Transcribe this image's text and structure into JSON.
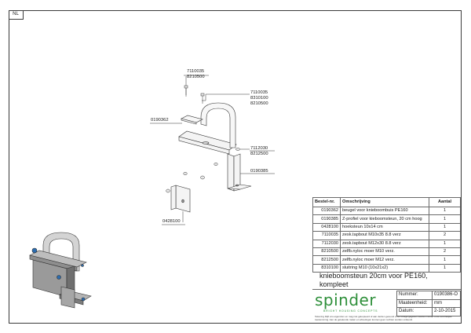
{
  "language_tag": "NL",
  "callouts": [
    {
      "id": "callout-1",
      "lines": [
        "7110035",
        "8210500"
      ]
    },
    {
      "id": "callout-2",
      "lines": [
        "7110035",
        "8310100",
        "8210500"
      ]
    },
    {
      "id": "callout-3",
      "lines": [
        "0190362"
      ]
    },
    {
      "id": "callout-4",
      "lines": [
        "7112030",
        "8212500"
      ]
    },
    {
      "id": "callout-5",
      "lines": [
        "0190385"
      ]
    },
    {
      "id": "callout-6",
      "lines": [
        "0428100"
      ]
    }
  ],
  "bom": {
    "headers": {
      "code": "Bestel-nr.",
      "description": "Omschrijving",
      "qty": "Aantal"
    },
    "rows": [
      {
        "code": "0190362",
        "description": "beugel voor knieboombuis PE160",
        "qty": "1"
      },
      {
        "code": "0190385",
        "description": "Z-profiel voor kieboomsteun, 20 cm hoog",
        "qty": "1"
      },
      {
        "code": "0428100",
        "description": "hoeksteun 10x14 cm",
        "qty": "1"
      },
      {
        "code": "7110035",
        "description": "zesk.tapbout M10x35 8.8 verz",
        "qty": "2"
      },
      {
        "code": "7112030",
        "description": "zesk.tapbout M12x30 8.8 verz",
        "qty": "1"
      },
      {
        "code": "8210500",
        "description": "zelfb.nyloc moer M10 verz.",
        "qty": "2"
      },
      {
        "code": "8212500",
        "description": "zelfb.nyloc moer M12 verz.",
        "qty": "1"
      },
      {
        "code": "8310100",
        "description": "sluitring M10 (10x21x2)",
        "qty": "1"
      }
    ]
  },
  "title": {
    "line1": "knieboomsteun 20cm voor PE160,",
    "line2": "kompleet"
  },
  "logo": {
    "text": "spinder",
    "tagline": "BRIGHT HOUSING CONCEPTS",
    "color": "#2e8f3a"
  },
  "meta": {
    "number_label": "Nummer:",
    "number_value": "0190386-O",
    "unit_label": "Maateenheid:",
    "unit_value": "mm",
    "date_label": "Datum:",
    "date_value": "2-10-2015"
  },
  "disclaimer": "Tekening blijft ons eigendom en mag niet gekopieerd of aan derden getoond of ter inzage gegeven worden zonder onze schriftelijke toestemming. Aan de getekende maten en afmetingen kunnen geen rechten worden ontleend."
}
